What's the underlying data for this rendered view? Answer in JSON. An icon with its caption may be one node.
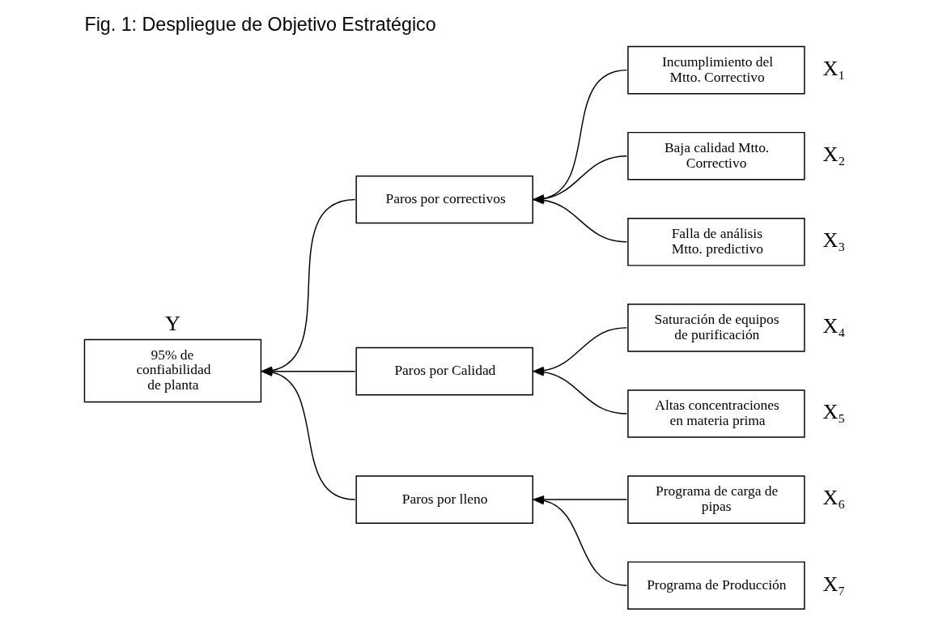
{
  "diagram": {
    "title": "Fig. 1: Despliegue de Objetivo Estratégico",
    "nodes": [
      {
        "text": [
          "95% de confiabilidad de planta"
        ],
        "beside": [
          "Y"
        ]
      },
      {
        "text": [
          "Paros por correctivos"
        ]
      },
      {
        "text": [
          "Paros por Calidad"
        ]
      },
      {
        "text": [
          "Paros por lleno"
        ]
      },
      {
        "text": [
          "Incumplimiento del Mtto. Correctivo"
        ],
        "beside": [
          "X₁"
        ]
      },
      {
        "text": [
          "Baja calidad Mtto. Correctivo"
        ],
        "beside": [
          "X₂"
        ]
      },
      {
        "text": [
          "Falla de análisis Mtto. predictivo"
        ],
        "beside": [
          "X₃"
        ]
      },
      {
        "text": [
          "Saturación de equipos de purificación"
        ],
        "beside": [
          "X₄"
        ]
      },
      {
        "text": [
          "Altas concentraciones en materia prima"
        ],
        "beside": [
          "X₅"
        ]
      },
      {
        "text": [
          "Programa de carga de pipas"
        ],
        "beside": [
          "X₆"
        ]
      },
      {
        "text": [
          "Programa de Producción"
        ],
        "beside": [
          "X₇"
        ]
      }
    ],
    "edges": [
      {
        "from": 1,
        "to": 0,
        "arrow": "to"
      },
      {
        "from": 2,
        "to": 0,
        "arrow": "to"
      },
      {
        "from": 3,
        "to": 0,
        "arrow": "to"
      },
      {
        "from": 4,
        "to": 1,
        "arrow": "to"
      },
      {
        "from": 5,
        "to": 1,
        "arrow": "to"
      },
      {
        "from": 6,
        "to": 1,
        "arrow": "to"
      },
      {
        "from": 7,
        "to": 2,
        "arrow": "to"
      },
      {
        "from": 8,
        "to": 2,
        "arrow": "to"
      },
      {
        "from": 9,
        "to": 3,
        "arrow": "to"
      },
      {
        "from": 10,
        "to": 3,
        "arrow": "to"
      }
    ]
  }
}
